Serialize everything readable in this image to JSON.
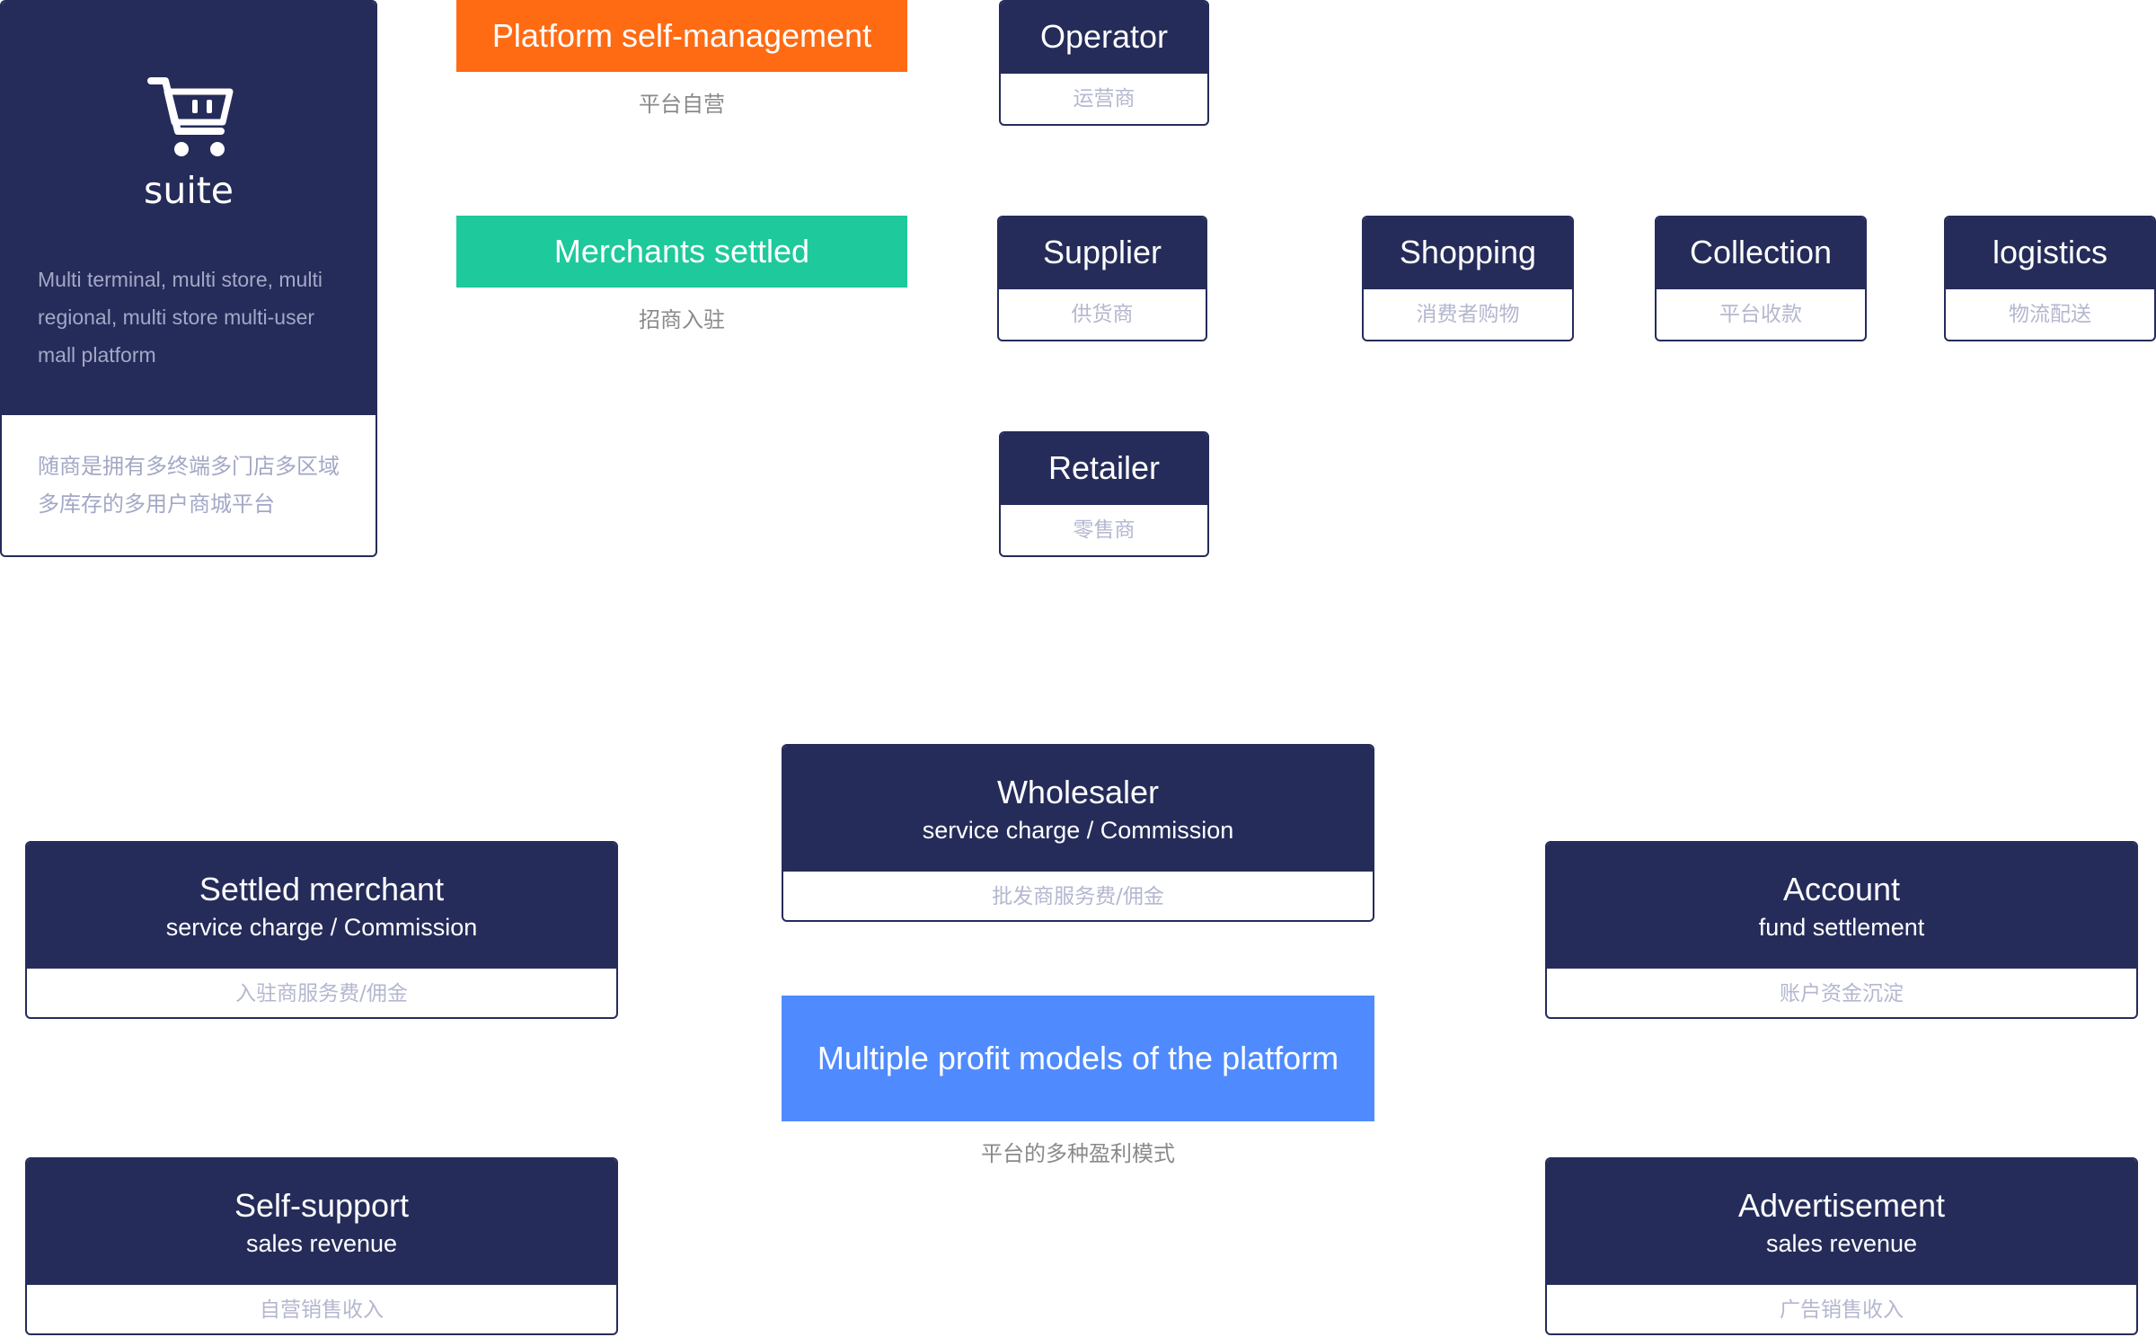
{
  "colors": {
    "navy": "#252c5a",
    "orange": "#ff6b13",
    "teal": "#1ec99b",
    "blue": "#4f8bff",
    "muted_text": "#a3a8c6",
    "caption_text": "#8a8a8a"
  },
  "suite": {
    "icon": "shopping-cart-icon",
    "name": "suite",
    "description": "Multi terminal, multi store, multi regional, multi store multi-user mall platform",
    "description_cn": "随商是拥有多终端多门店多区域多库存的多用户商城平台"
  },
  "modes": {
    "self_management": {
      "title": "Platform self-management",
      "caption": "平台自营"
    },
    "merchants_settled": {
      "title": "Merchants settled",
      "caption": "招商入驻"
    }
  },
  "roles": {
    "operator": {
      "title": "Operator",
      "subtitle": "运营商"
    },
    "supplier": {
      "title": "Supplier",
      "subtitle": "供货商"
    },
    "retailer": {
      "title": "Retailer",
      "subtitle": "零售商"
    },
    "shopping": {
      "title": "Shopping",
      "subtitle": "消费者购物"
    },
    "collection": {
      "title": "Collection",
      "subtitle": "平台收款"
    },
    "logistics": {
      "title": "logistics",
      "subtitle": "物流配送"
    }
  },
  "profit": {
    "center": {
      "title": "Multiple profit models of the platform",
      "caption": "平台的多种盈利模式"
    },
    "wholesaler": {
      "title": "Wholesaler",
      "detail": "service charge / Commission",
      "subtitle": "批发商服务费/佣金"
    },
    "settled_merchant": {
      "title": "Settled merchant",
      "detail": "service charge / Commission",
      "subtitle": "入驻商服务费/佣金"
    },
    "account": {
      "title": "Account",
      "detail": "fund settlement",
      "subtitle": "账户资金沉淀"
    },
    "self_support": {
      "title": "Self-support",
      "detail": "sales revenue",
      "subtitle": "自营销售收入"
    },
    "advertisement": {
      "title": "Advertisement",
      "detail": "sales revenue",
      "subtitle": "广告销售收入"
    }
  }
}
